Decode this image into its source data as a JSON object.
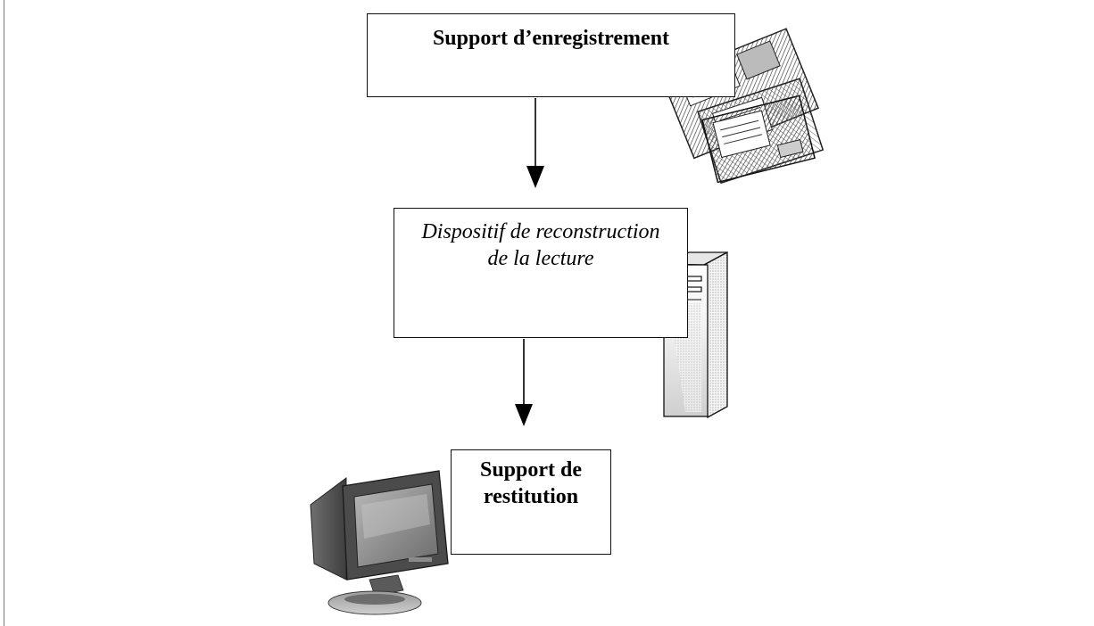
{
  "diagram": {
    "nodes": [
      {
        "id": "recording",
        "label": "Support d’enregistrement",
        "style": "bold"
      },
      {
        "id": "reconstruction",
        "label": "Dispositif de reconstruction de la lecture",
        "style": "italic"
      },
      {
        "id": "restitution",
        "label": "Support de restitution",
        "style": "bold"
      }
    ],
    "edges": [
      {
        "from": "recording",
        "to": "reconstruction"
      },
      {
        "from": "reconstruction",
        "to": "restitution"
      }
    ],
    "illustrations": {
      "recording": "floppy-disks-icon",
      "reconstruction": "server-tower-icon",
      "restitution": "crt-monitor-icon"
    }
  },
  "colors": {
    "line": "#000000",
    "box_border": "#111111",
    "hatch": "#555555",
    "metal_gray": "#8a8a8a",
    "light_gray": "#d6d6d6"
  }
}
